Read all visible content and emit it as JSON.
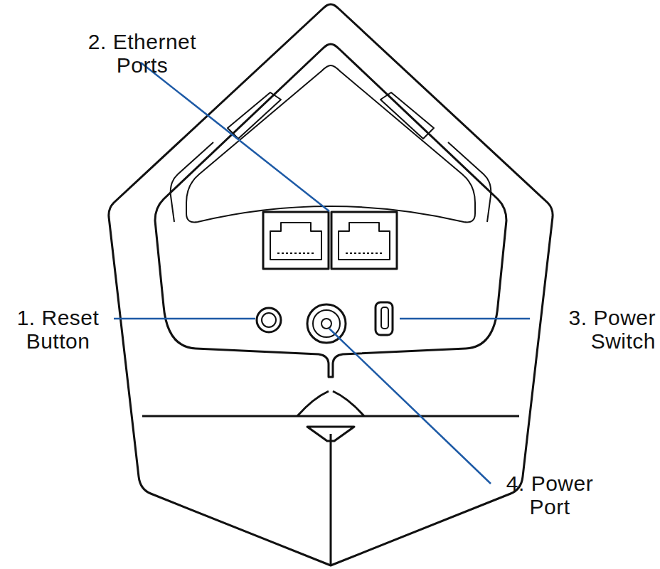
{
  "diagram": {
    "labels": [
      "2. Ethernet Ports",
      "1. Reset Button",
      "3. Power Switch",
      "4. Power Port"
    ]
  }
}
